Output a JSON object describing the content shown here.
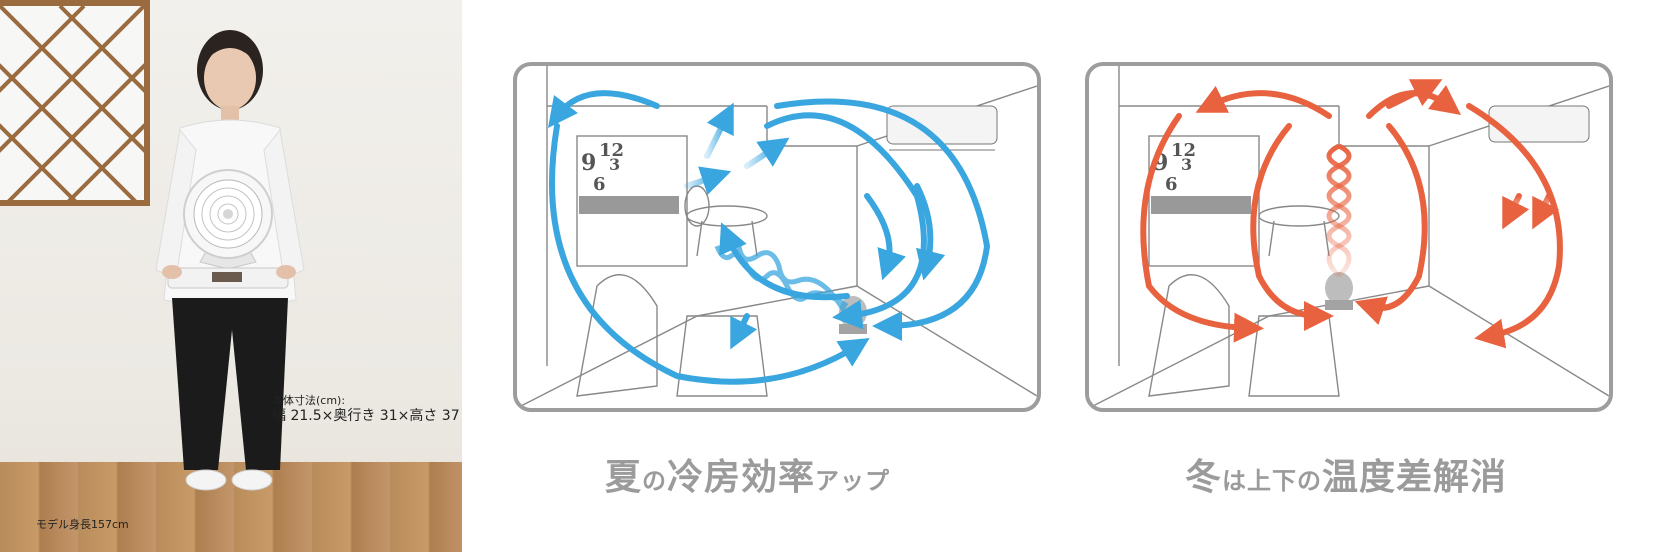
{
  "photo": {
    "dimensions_label": "本体寸法(cm):",
    "dimensions_value": "幅 21.5×奥行き 31×高さ 37",
    "model_height": "モデル身長157cm"
  },
  "summer": {
    "clock_12": "12",
    "clock_9": "9",
    "clock_3": "3",
    "clock_6": "6",
    "caption": {
      "p1": "夏",
      "p2": "の",
      "p3": "冷房効率",
      "p4": "アップ"
    }
  },
  "winter": {
    "clock_12": "12",
    "clock_9": "9",
    "clock_3": "3",
    "clock_6": "6",
    "caption": {
      "p1": "冬",
      "p2": "は上下の",
      "p3": "温度差解消"
    }
  },
  "colors": {
    "cool": "#3aa6df",
    "warm": "#e8623f",
    "frame": "#9d9d9d",
    "caption": "#9b9b9b"
  }
}
